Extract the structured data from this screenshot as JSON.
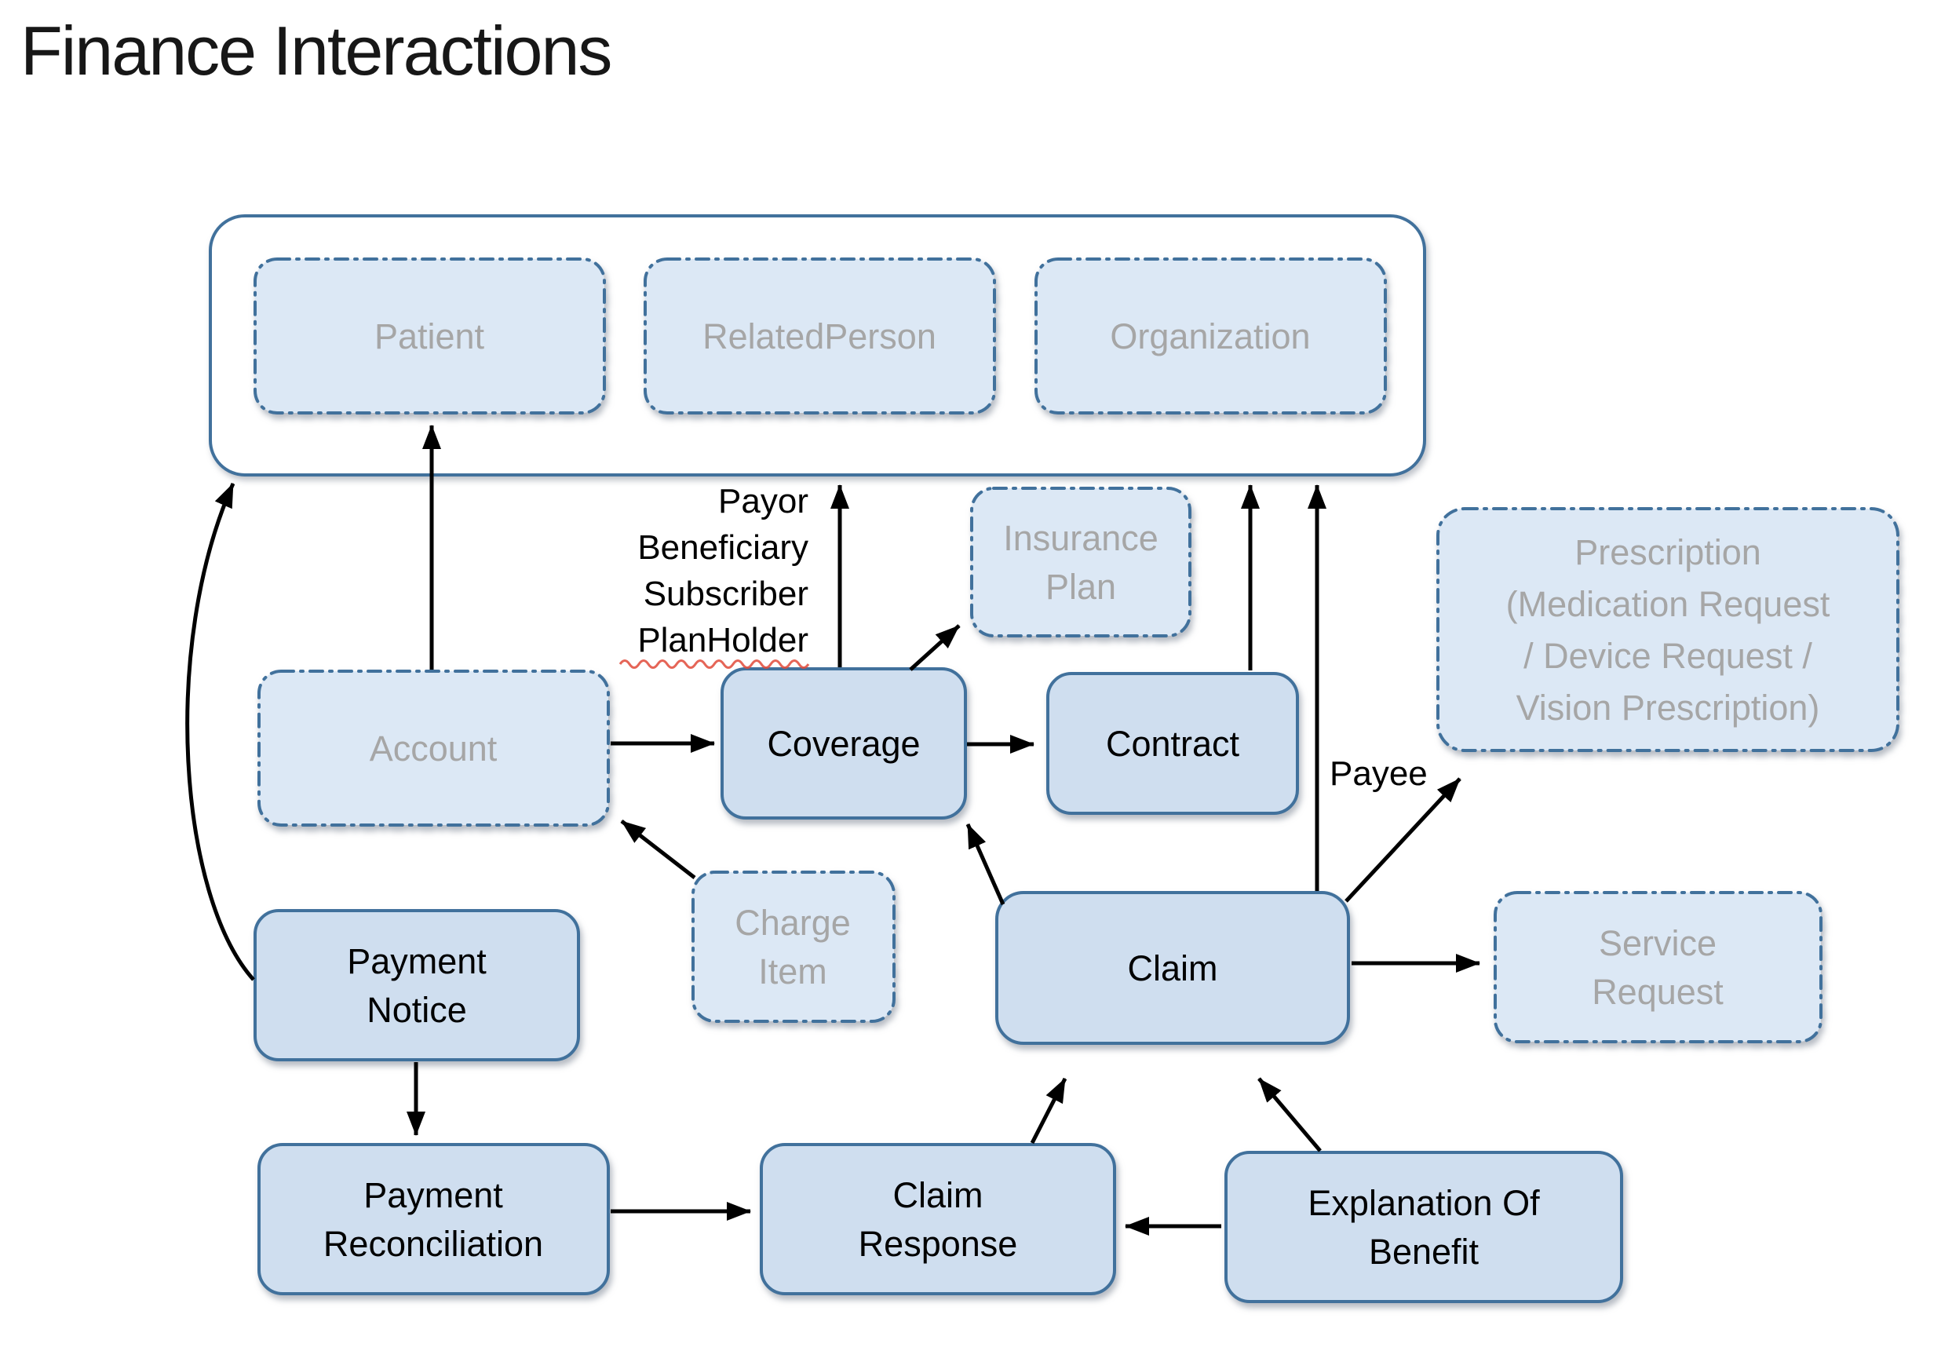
{
  "title": "Finance Interactions",
  "nodes": {
    "patient": {
      "label": "Patient"
    },
    "related_person": {
      "label": "RelatedPerson"
    },
    "organization": {
      "label": "Organization"
    },
    "account": {
      "label": "Account"
    },
    "insurance_plan": {
      "lines": [
        "Insurance",
        "Plan"
      ]
    },
    "prescription": {
      "lines": [
        "Prescription",
        "(Medication Request",
        "/ Device Request /",
        "Vision Prescription)"
      ]
    },
    "coverage": {
      "label": "Coverage"
    },
    "contract": {
      "label": "Contract"
    },
    "charge_item": {
      "lines": [
        "Charge",
        "Item"
      ]
    },
    "claim": {
      "label": "Claim"
    },
    "service_request": {
      "lines": [
        "Service",
        "Request"
      ]
    },
    "payment_notice": {
      "lines": [
        "Payment",
        "Notice"
      ]
    },
    "payment_reconciliation": {
      "lines": [
        "Payment",
        "Reconciliation"
      ]
    },
    "claim_response": {
      "lines": [
        "Claim",
        "Response"
      ]
    },
    "explanation_of_benefit": {
      "lines": [
        "Explanation Of",
        "Benefit"
      ]
    }
  },
  "labels": {
    "coverage_roles": [
      "Payor",
      "Beneficiary",
      "Subscriber",
      "PlanHolder"
    ],
    "payee": "Payee"
  },
  "colors": {
    "node_fill": "#cfdeef",
    "reference_fill": "#dce8f5",
    "node_border": "#41719c",
    "gray_text": "#a6a6a6",
    "black_text": "#000000",
    "arrow": "#000000",
    "spellcheck_underline": "#e04a3a",
    "background": "#ffffff"
  }
}
